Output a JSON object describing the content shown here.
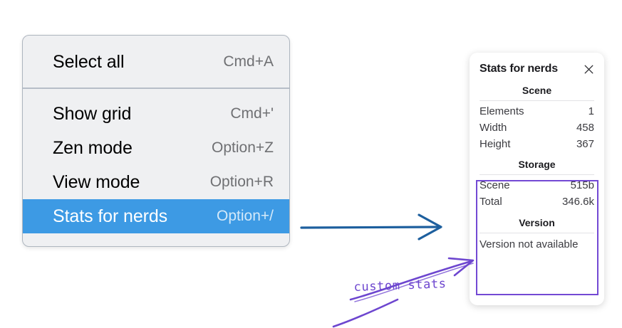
{
  "menu": {
    "groups": [
      {
        "items": [
          {
            "label": "Select all",
            "shortcut": "Cmd+A",
            "highlighted": false
          }
        ]
      },
      {
        "items": [
          {
            "label": "Show grid",
            "shortcut": "Cmd+'",
            "highlighted": false
          },
          {
            "label": "Zen mode",
            "shortcut": "Option+Z",
            "highlighted": false
          },
          {
            "label": "View mode",
            "shortcut": "Option+R",
            "highlighted": false
          },
          {
            "label": "Stats for nerds",
            "shortcut": "Option+/",
            "highlighted": true
          }
        ]
      }
    ]
  },
  "stats_panel": {
    "title": "Stats for nerds",
    "close_icon": "close-icon",
    "sections": [
      {
        "name": "Scene",
        "rows": [
          {
            "key": "Elements",
            "value": "1"
          },
          {
            "key": "Width",
            "value": "458"
          },
          {
            "key": "Height",
            "value": "367"
          }
        ]
      },
      {
        "name": "Storage",
        "rows": [
          {
            "key": "Scene",
            "value": "515b"
          },
          {
            "key": "Total",
            "value": "346.6k"
          }
        ]
      },
      {
        "name": "Version",
        "single": "Version not available"
      }
    ]
  },
  "annotations": {
    "custom_stats_label": "custom stats",
    "flow_arrow_icon": "right-arrow-icon",
    "pointer_arrow_icon": "hand-drawn-arrow-icon"
  },
  "colors": {
    "menu_highlight": "#3d9ae4",
    "menu_background": "#eff0f2",
    "flow_arrow": "#1d5f9e",
    "annotation_purple": "#6d46cf",
    "highlight_box_purple": "#7349d4"
  }
}
